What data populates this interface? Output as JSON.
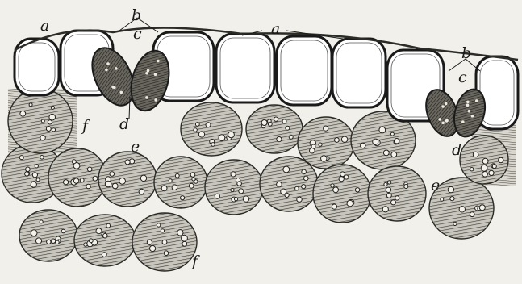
{
  "figure": {
    "labels": {
      "a": "a",
      "b": "b",
      "c": "c",
      "d": "d",
      "e": "e",
      "f": "f"
    },
    "colors": {
      "background": "#f2f0ea",
      "ink": "#1a1a1a",
      "cell_fill": "#ffffff",
      "spongy_fill": "#8a8780"
    },
    "description_icons": [
      "epidermal-cell-icon",
      "guard-cell-icon",
      "spongy-cell-icon"
    ]
  }
}
